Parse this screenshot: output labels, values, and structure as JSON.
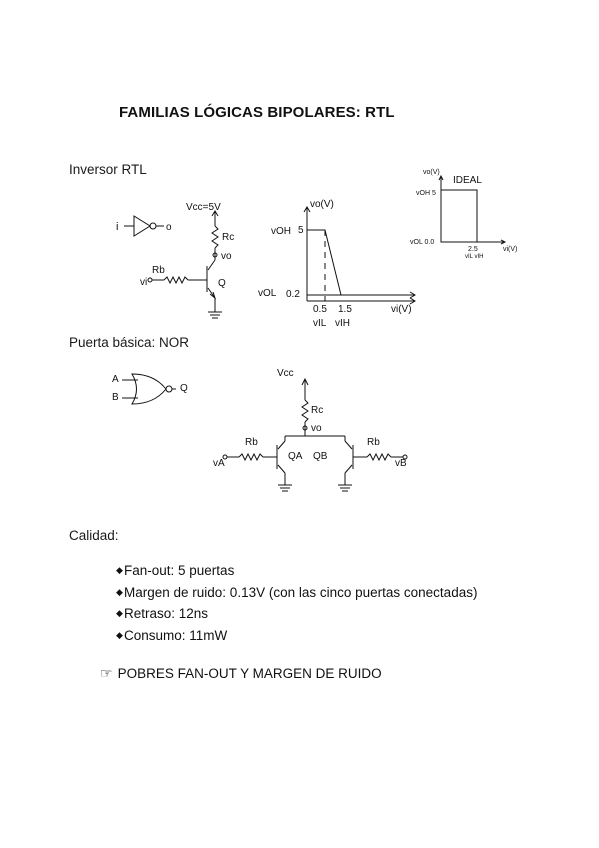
{
  "title": "FAMILIAS LÓGICAS BIPOLARES: RTL",
  "inverter": {
    "heading": "Inversor RTL",
    "symbol_in": "i",
    "symbol_out": "o",
    "vcc": "Vcc=5V",
    "rc": "Rc",
    "vo": "vo",
    "rb": "Rb",
    "vi": "vi",
    "q": "Q"
  },
  "transfer": {
    "ylabel": "vo(V)",
    "xlabel": "vi(V)",
    "voh_label": "vOH",
    "voh_value": "5",
    "vol_label": "vOL",
    "vol_value": "0.2",
    "vil_value": "0.5",
    "vih_value": "1.5",
    "vil_label": "vIL",
    "vih_label": "vIH"
  },
  "ideal": {
    "label": "IDEAL",
    "ylabel": "vo(V)",
    "xlabel": "vi(V)",
    "voh": "vOH 5",
    "vol": "vOL 0.0",
    "x_tick": "2.5",
    "x_sub": "vIL vIH"
  },
  "nor": {
    "heading": "Puerta básica: NOR",
    "a": "A",
    "b": "B",
    "q": "Q",
    "vcc": "Vcc",
    "rc": "Rc",
    "vo": "vo",
    "rb_left": "Rb",
    "rb_right": "Rb",
    "va": "vA",
    "vb": "vB",
    "qa": "QA",
    "qb": "QB"
  },
  "quality": {
    "heading": "Calidad:",
    "items": [
      "Fan-out: 5 puertas",
      "Margen de ruido: 0.13V (con las cinco puertas conectadas)",
      "Retraso: 12ns",
      "Consumo: 11mW"
    ],
    "conclusion": "POBRES FAN-OUT Y MARGEN DE RUIDO"
  }
}
